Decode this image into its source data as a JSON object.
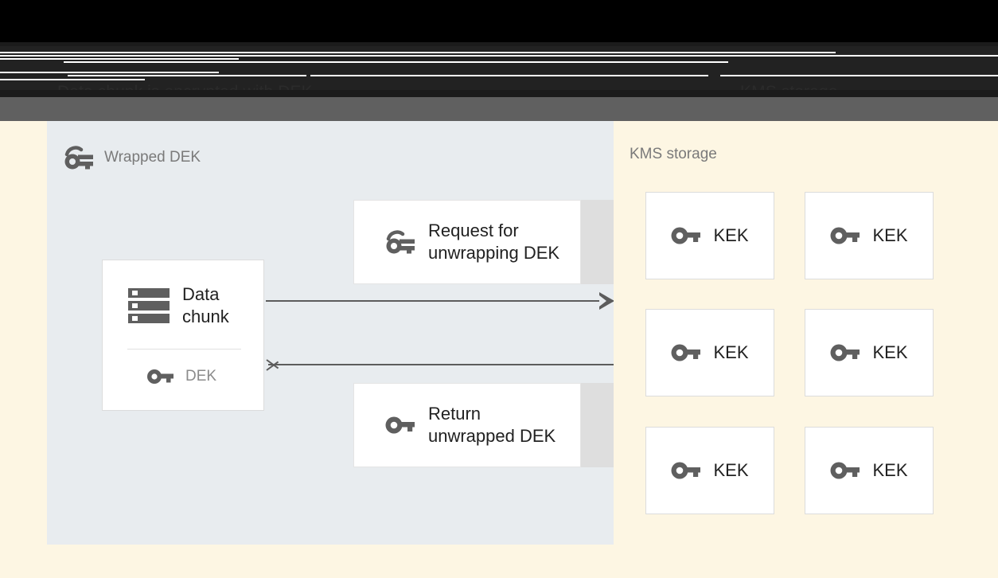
{
  "colors": {
    "page_background": "#fdf6e3",
    "left_panel": "#e8ecef",
    "card_white": "#ffffff",
    "card_border": "#dcdcdc",
    "message_tail": "#dedede",
    "arrow": "#5c5c5c",
    "icon": "#5f5f5f",
    "muted_text": "#7a7a7a",
    "strong_text": "#212121",
    "header_black": "#000000",
    "header_dark": "#222222",
    "header_gray": "#606060"
  },
  "header": {
    "obscured": true,
    "left_text": "Data chunk is encrypted with DEK\nand stored with wrapped DEK",
    "right_text": "KMS storage\nmay contain the KEK"
  },
  "left_panel": {
    "title": "Wrapped DEK",
    "title_icon": "wrapped-key-icon",
    "data_card": {
      "icon": "storage-chunk-icon",
      "title": "Data\nchunk",
      "key_icon": "key-icon",
      "key_label": "DEK"
    },
    "messages": [
      {
        "icon": "wrapped-key-icon",
        "label": "Request for\nunwrapping DEK"
      },
      {
        "icon": "key-icon",
        "label": "Return\nunwrapped DEK"
      }
    ],
    "arrows": [
      {
        "direction": "right",
        "name": "request-arrow"
      },
      {
        "direction": "left",
        "name": "response-arrow"
      }
    ]
  },
  "kms_storage": {
    "title": "KMS storage",
    "keys": [
      {
        "icon": "key-icon",
        "label": "KEK"
      },
      {
        "icon": "key-icon",
        "label": "KEK"
      },
      {
        "icon": "key-icon",
        "label": "KEK"
      },
      {
        "icon": "key-icon",
        "label": "KEK"
      },
      {
        "icon": "key-icon",
        "label": "KEK"
      },
      {
        "icon": "key-icon",
        "label": "KEK"
      }
    ]
  }
}
